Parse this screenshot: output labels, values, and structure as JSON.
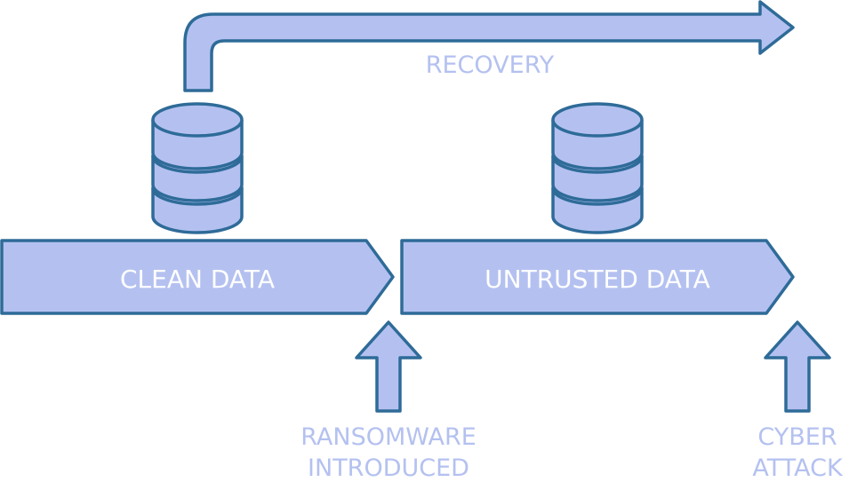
{
  "diagram": {
    "recovery_label": "RECOVERY",
    "clean_label": "CLEAN DATA",
    "untrusted_label": "UNTRUSTED DATA",
    "ransomware_line1": "RANSOMWARE",
    "ransomware_line2": "INTRODUCED",
    "cyber_line1": "CYBER",
    "cyber_line2": "ATTACK"
  },
  "colors": {
    "fill": "#b4c1f0",
    "stroke": "#2e6b98",
    "inside_text": "#ffffff",
    "outside_text": "#b4c1f0"
  }
}
